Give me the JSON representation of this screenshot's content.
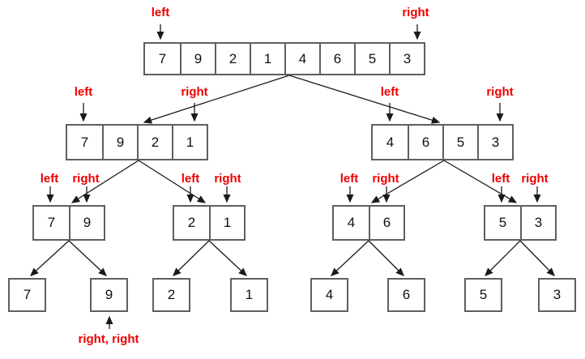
{
  "title": "merge sort divide phase diagram",
  "labels": {
    "left": "left",
    "right": "right",
    "right_right": "right, right"
  },
  "nodes": {
    "level1": {
      "cells": [
        "7",
        "9",
        "2",
        "1",
        "4",
        "6",
        "5",
        "3"
      ]
    },
    "level2_left": {
      "cells": [
        "7",
        "9",
        "2",
        "1"
      ]
    },
    "level2_right": {
      "cells": [
        "4",
        "6",
        "5",
        "3"
      ]
    },
    "level3_1": {
      "cells": [
        "7",
        "9"
      ]
    },
    "level3_2": {
      "cells": [
        "2",
        "1"
      ]
    },
    "level3_3": {
      "cells": [
        "4",
        "6"
      ]
    },
    "level3_4": {
      "cells": [
        "5",
        "3"
      ]
    },
    "level4": {
      "cells": [
        "7",
        "9",
        "2",
        "1",
        "4",
        "6",
        "5",
        "3"
      ]
    }
  },
  "annotations": [
    {
      "text": "left",
      "target": "level1 cell 7 (index 0)",
      "direction": "down"
    },
    {
      "text": "right",
      "target": "level1 cell 3 (index 7)",
      "direction": "down"
    },
    {
      "text": "left",
      "target": "level2_left cell 7",
      "direction": "down"
    },
    {
      "text": "right",
      "target": "level2_left cell 1",
      "direction": "down"
    },
    {
      "text": "left",
      "target": "level2_right cell 4",
      "direction": "down"
    },
    {
      "text": "right",
      "target": "level2_right cell 3",
      "direction": "down"
    },
    {
      "text": "left",
      "target": "level3_1 cell 7",
      "direction": "down"
    },
    {
      "text": "right",
      "target": "level3_1 cell 9",
      "direction": "down"
    },
    {
      "text": "left",
      "target": "level3_2 cell 2",
      "direction": "down"
    },
    {
      "text": "right",
      "target": "level3_2 cell 1",
      "direction": "down"
    },
    {
      "text": "left",
      "target": "level3_3 cell 4",
      "direction": "down"
    },
    {
      "text": "right",
      "target": "level3_3 cell 6",
      "direction": "down"
    },
    {
      "text": "left",
      "target": "level3_4 cell 5",
      "direction": "down"
    },
    {
      "text": "right",
      "target": "level3_4 cell 3",
      "direction": "down"
    },
    {
      "text": "right, right",
      "target": "level4 leaf 9",
      "direction": "up"
    }
  ],
  "colors": {
    "label_red": "#ee0000",
    "box_border": "#5f5f5f",
    "arrow": "#1a1a1a",
    "background": "#ffffff",
    "digit": "#111111"
  }
}
